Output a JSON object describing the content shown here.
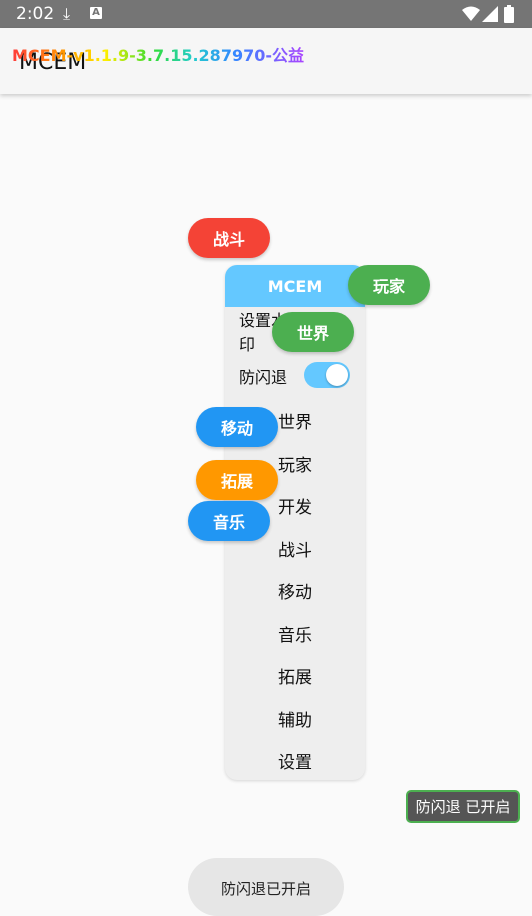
{
  "status": {
    "time": "2:02"
  },
  "app": {
    "title": "MCEM",
    "version": "MCEM-v1.1.9-3.7.15.287970-公益"
  },
  "floating": {
    "combat": "战斗",
    "player": "玩家",
    "world": "世界",
    "move": "移动",
    "extend": "拓展",
    "music": "音乐"
  },
  "panel": {
    "header": "MCEM",
    "watermark_label": "设置水印",
    "anti_flash_label": "防闪退",
    "anti_flash_enabled": true,
    "items": [
      "世界",
      "玩家",
      "开发",
      "战斗",
      "移动",
      "音乐",
      "拓展",
      "辅助",
      "设置"
    ]
  },
  "chip": {
    "text": "防闪退 已开启"
  },
  "toast": {
    "text": "防闪退已开启"
  },
  "colors": {
    "status_bar": "#757575",
    "red": "#f44336",
    "green": "#4caf50",
    "blue": "#2196f3",
    "orange": "#ff9800",
    "panel_header": "#64c8ff"
  }
}
